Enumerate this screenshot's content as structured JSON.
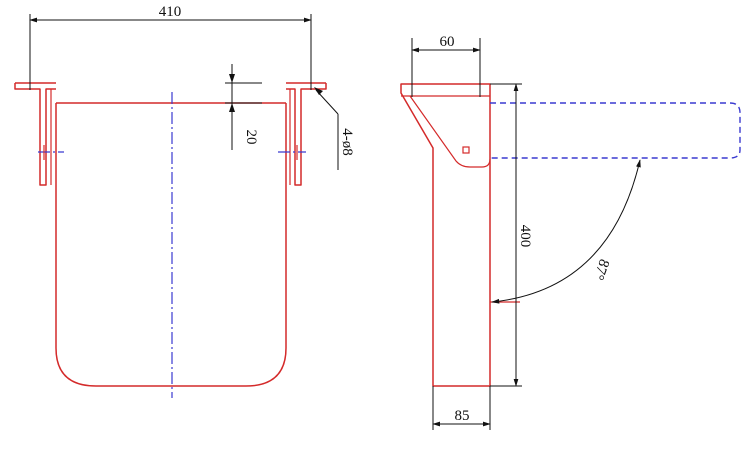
{
  "diagram": {
    "front_view": {
      "overall_width": "410",
      "flange_offset": "20",
      "hole_callout": "4-ø8"
    },
    "side_view": {
      "flange_depth": "60",
      "height": "400",
      "base_width": "85",
      "angle": "87°"
    }
  },
  "colors": {
    "outline": "#d42a2a",
    "centerline": "#3a3ad0",
    "dimension": "#111111"
  }
}
